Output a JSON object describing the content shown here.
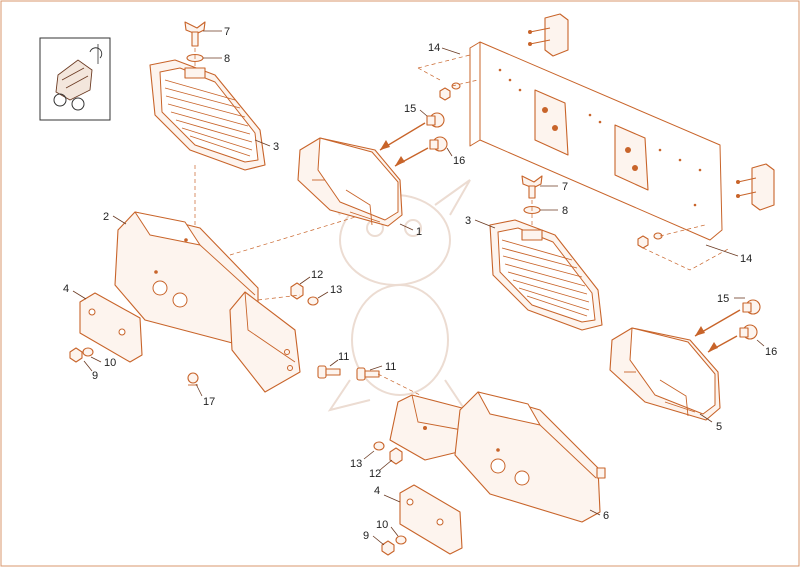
{
  "callouts": {
    "top_left": {
      "c7": "7",
      "c8": "8",
      "c3": "3",
      "c2": "2",
      "c4": "4",
      "c9": "9",
      "c10": "10",
      "c12": "12",
      "c13": "13",
      "c11": "11",
      "c17": "17"
    },
    "center": {
      "c15": "15",
      "c16": "16",
      "c1": "1",
      "c11": "11"
    },
    "right": {
      "c14a": "14",
      "c14b": "14",
      "c7": "7",
      "c8": "8",
      "c3": "3",
      "c15": "15",
      "c16": "16",
      "c5": "5"
    },
    "bottom": {
      "c13": "13",
      "c12": "12",
      "c4": "4",
      "c10": "10",
      "c9": "9",
      "c6": "6"
    }
  },
  "colors": {
    "line": "#c8642a",
    "frame": "#d9976d",
    "watermark": "#ecdcd2"
  }
}
